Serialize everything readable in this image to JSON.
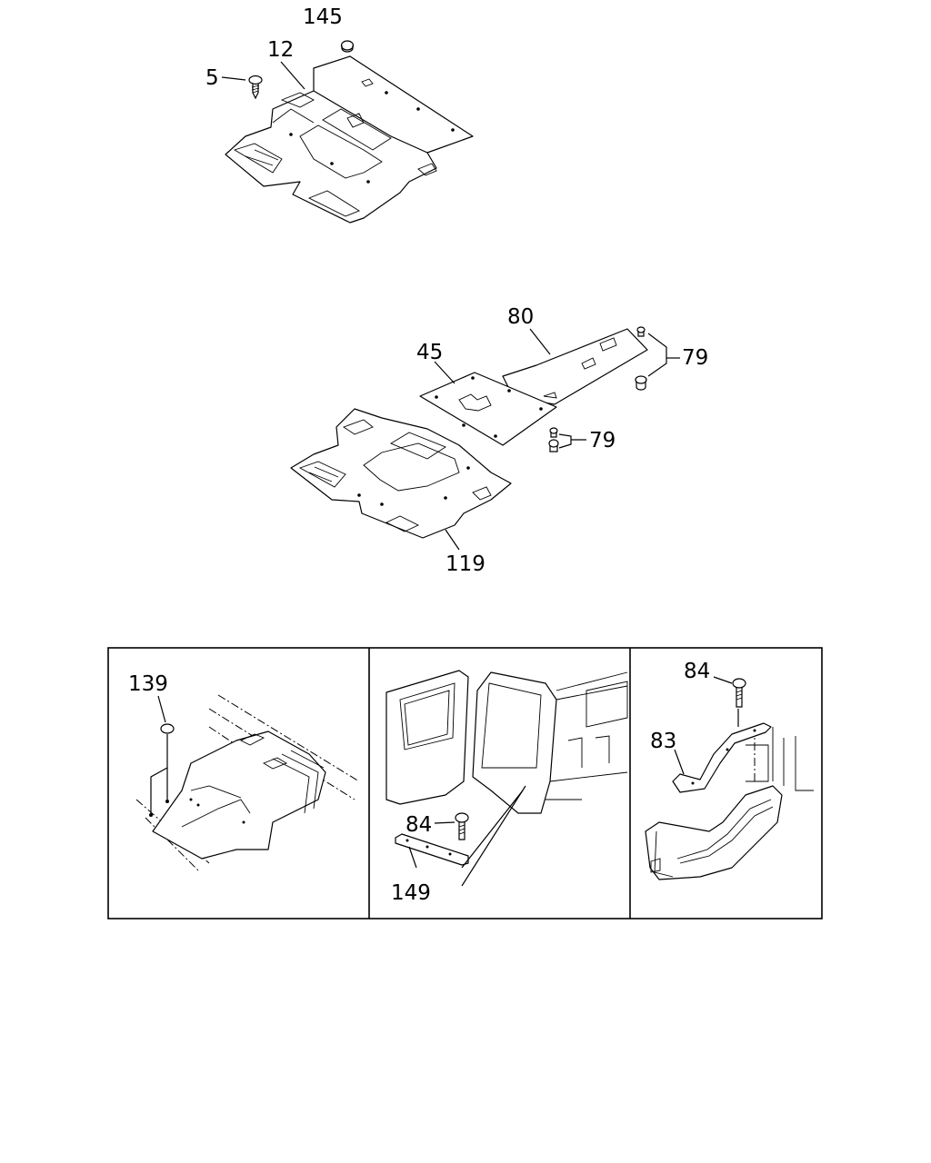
{
  "callouts": {
    "top": {
      "c145": "145",
      "c12": "12",
      "c5": "5"
    },
    "middle": {
      "c80": "80",
      "c45": "45",
      "c79a": "79",
      "c79b": "79",
      "c119": "119"
    },
    "detail_left": {
      "c139": "139"
    },
    "detail_center": {
      "c84": "84",
      "c149": "149"
    },
    "detail_right": {
      "c84": "84",
      "c83": "83"
    }
  }
}
